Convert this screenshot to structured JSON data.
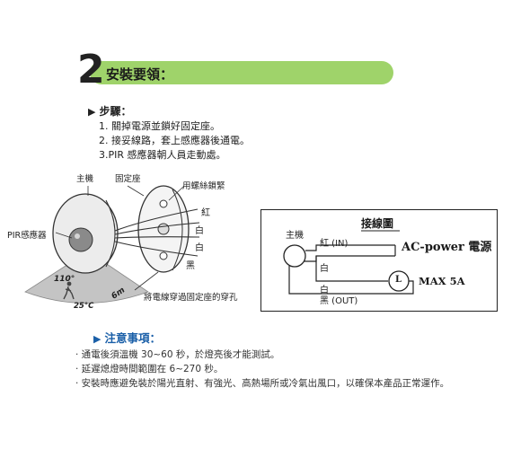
{
  "header": {
    "step_number": "2",
    "title": "安裝要領："
  },
  "steps": {
    "heading": "步驟：",
    "items": [
      "1. 關掉電源並鎖好固定座。",
      "2. 接妥線路，套上感應器後通電。",
      "3.PIR 感應器朝人員走動處。"
    ]
  },
  "illustration": {
    "label_main": "主機",
    "label_base": "固定座",
    "label_screw": "用螺絲鎖緊",
    "label_pir": "PIR感應器",
    "wire_red": "紅",
    "wire_white1": "白",
    "wire_white2": "白",
    "wire_black": "黑",
    "label_hole": "將電線穿過固定座的穿孔",
    "angle": "110°",
    "distance": "6m",
    "temperature": "25°C"
  },
  "wiring": {
    "title": "接線圖",
    "main_unit": "主機",
    "red_in": "紅 (IN)",
    "white_top": "白",
    "white_bottom": "白",
    "black_out": "黑 (OUT)",
    "ac_power": "AC-power 電源",
    "load_symbol": "L",
    "max_load": "MAX 5A"
  },
  "notes": {
    "heading": "注意事項：",
    "items": [
      "· 通電後須溫機 30~60 秒，於燈亮後才能測試。",
      "· 延遲熄燈時間範圍在 6~270 秒。",
      "· 安裝時應避免裝於陽光直射、有強光、高熱場所或冷氣出風口，以確保本產品正常運作。"
    ]
  },
  "colors": {
    "banner": "#9fd36a",
    "notes_accent": "#1a5fa8",
    "detection_zone": "#bdbdbd"
  }
}
